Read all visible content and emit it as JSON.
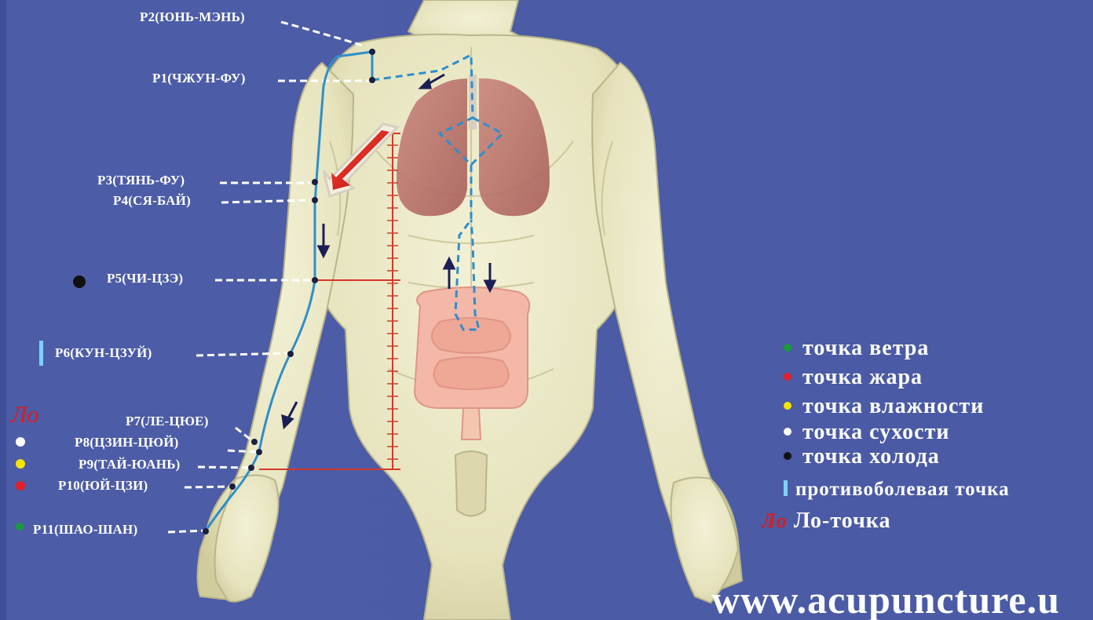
{
  "points": [
    {
      "code": "P2(ЮНЬ-МЭНЬ)"
    },
    {
      "code": "P1(ЧЖУН-ФУ)"
    },
    {
      "code": "P3(ТЯНЬ-ФУ)"
    },
    {
      "code": "P4(СЯ-БАЙ)"
    },
    {
      "code": "P5(ЧИ-ЦЗЭ)",
      "marker": "cold",
      "marker_color": "#111111"
    },
    {
      "code": "P6(КУН-ЦЗУЙ)",
      "marker": "analgesic",
      "marker_color": "#7fd0ff"
    },
    {
      "code": "P7(ЛЕ-ЦЮЕ)"
    },
    {
      "code": "P8(ЦЗИН-ЦЮЙ)",
      "marker": "dryness",
      "marker_color": "#ffffff"
    },
    {
      "code": "P9(ТАЙ-ЮАНЬ)",
      "marker": "humidity",
      "marker_color": "#f4e400"
    },
    {
      "code": "P10(ЮЙ-ЦЗИ)",
      "marker": "heat",
      "marker_color": "#e0202a"
    },
    {
      "code": "P11(ШАО-ШАН)",
      "marker": "wind",
      "marker_color": "#1a9a3a"
    }
  ],
  "lo_label": "Ло",
  "legend": [
    {
      "text": "точка  ветра",
      "color": "#1a9a3a",
      "type": "dot"
    },
    {
      "text": "точка  жара",
      "color": "#e0202a",
      "type": "dot"
    },
    {
      "text": "точка  влажности",
      "color": "#f4e400",
      "type": "dot"
    },
    {
      "text": "точка  сухости",
      "color": "#ffffff",
      "type": "dot"
    },
    {
      "text": "точка  холода",
      "color": "#111111",
      "type": "dot"
    },
    {
      "text": "противоболевая  точка",
      "color": "#7fd0ff",
      "type": "bar"
    },
    {
      "prefix": "Ло",
      "text": "Ло-точка",
      "type": "lo"
    }
  ],
  "website": "www.acupuncture.u",
  "colors": {
    "background": "#4a5aa5",
    "meridian": "#2f8ec9",
    "body": "#e9e7c4",
    "arrow": "#d81414"
  }
}
